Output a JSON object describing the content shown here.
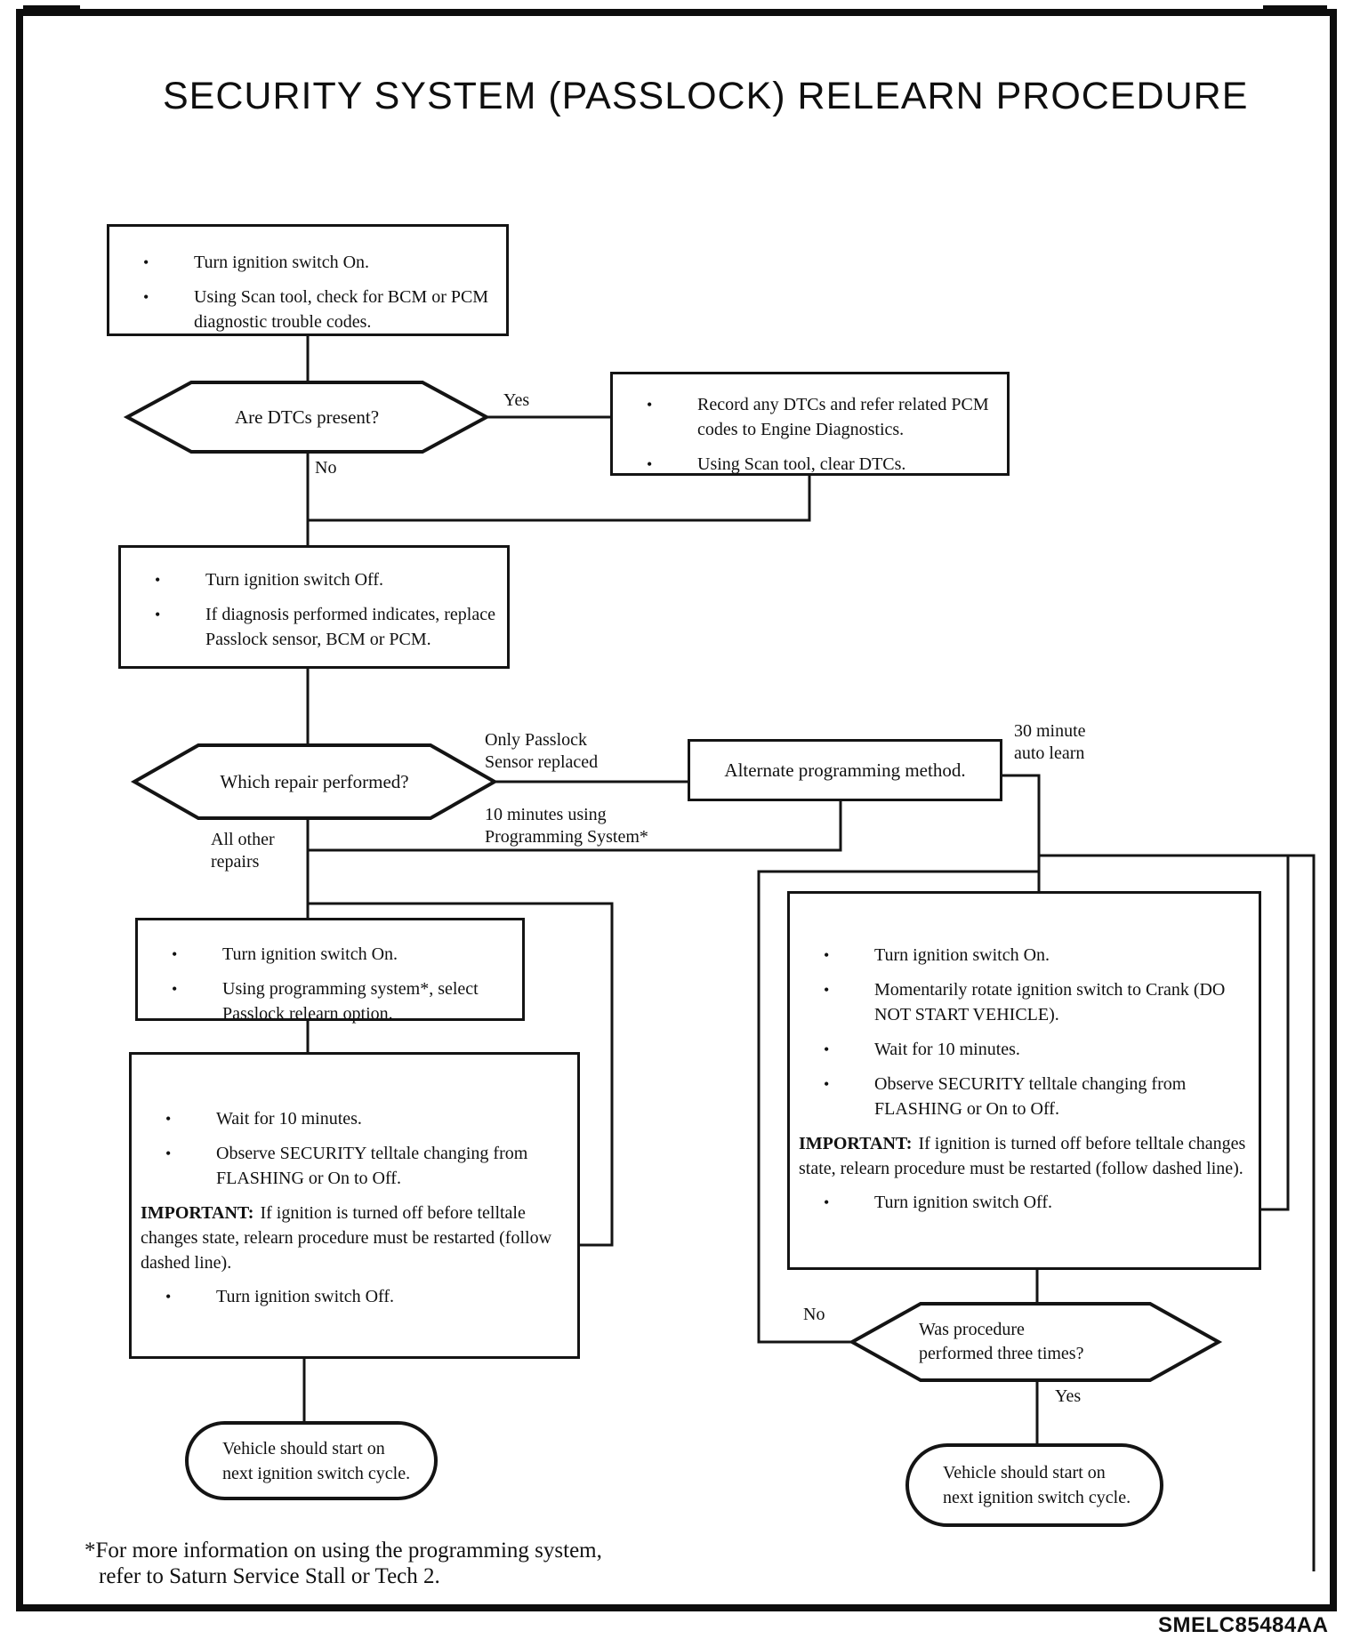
{
  "page": {
    "title": "SECURITY SYSTEM (PASSLOCK) RELEARN PROCEDURE",
    "footnote_line1": "*For more information on using the programming system,",
    "footnote_line2": "refer to Saturn Service Stall or Tech 2.",
    "doc_code": "SMELC85484AA",
    "bullet_char": "•"
  },
  "nodes": {
    "start_box": {
      "bullets": [
        "Turn ignition switch On.",
        "Using Scan tool, check for BCM or PCM diagnostic trouble codes."
      ]
    },
    "dtc_decision": {
      "label": "Are DTCs present?"
    },
    "record_box": {
      "bullets": [
        "Record any DTCs and refer related PCM codes to Engine Diagnostics.",
        "Using Scan tool, clear DTCs."
      ]
    },
    "ignition_off_box": {
      "bullets": [
        "Turn ignition switch Off.",
        "If diagnosis performed indicates, replace Passlock sensor, BCM or PCM."
      ]
    },
    "repair_decision": {
      "label": "Which repair performed?"
    },
    "alternate_box": {
      "label": "Alternate programming method."
    },
    "program_box": {
      "bullets": [
        "Turn ignition switch On.",
        "Using programming system*, select Passlock relearn option."
      ]
    },
    "wait_box": {
      "bullets_top": [
        "Wait for 10 minutes.",
        "Observe SECURITY telltale changing from FLASHING or On to Off."
      ],
      "important_label": "IMPORTANT:",
      "important_text": "If ignition is turned off before telltale changes state, relearn procedure must be restarted (follow dashed line).",
      "bullet_bottom": "Turn ignition switch Off."
    },
    "crank_box": {
      "bullets_top": [
        "Turn ignition switch On.",
        "Momentarily rotate ignition switch to Crank (DO NOT START VEHICLE).",
        "Wait for 10 minutes.",
        "Observe SECURITY telltale changing from FLASHING or On to Off."
      ],
      "important_label": "IMPORTANT:",
      "important_text": "If ignition is turned off before telltale changes state, relearn procedure must be restarted (follow dashed line).",
      "bullet_bottom": "Turn ignition switch Off."
    },
    "three_times_decision": {
      "label": "Was procedure\nperformed three times?"
    },
    "left_terminal": {
      "label": "Vehicle should start on\nnext ignition switch cycle."
    },
    "right_terminal": {
      "label": "Vehicle should start on\nnext ignition switch cycle."
    }
  },
  "edges": {
    "dtc_yes": "Yes",
    "dtc_no": "No",
    "only_passlock": "Only Passlock\nSensor replaced",
    "ten_minutes": "10 minutes using\nProgramming System*",
    "thirty_minutes": "30 minute\nauto learn",
    "all_other": "All other\nrepairs",
    "three_no": "No",
    "three_yes": "Yes"
  },
  "colors": {
    "ink": "#141414",
    "paper": "#ffffff"
  }
}
